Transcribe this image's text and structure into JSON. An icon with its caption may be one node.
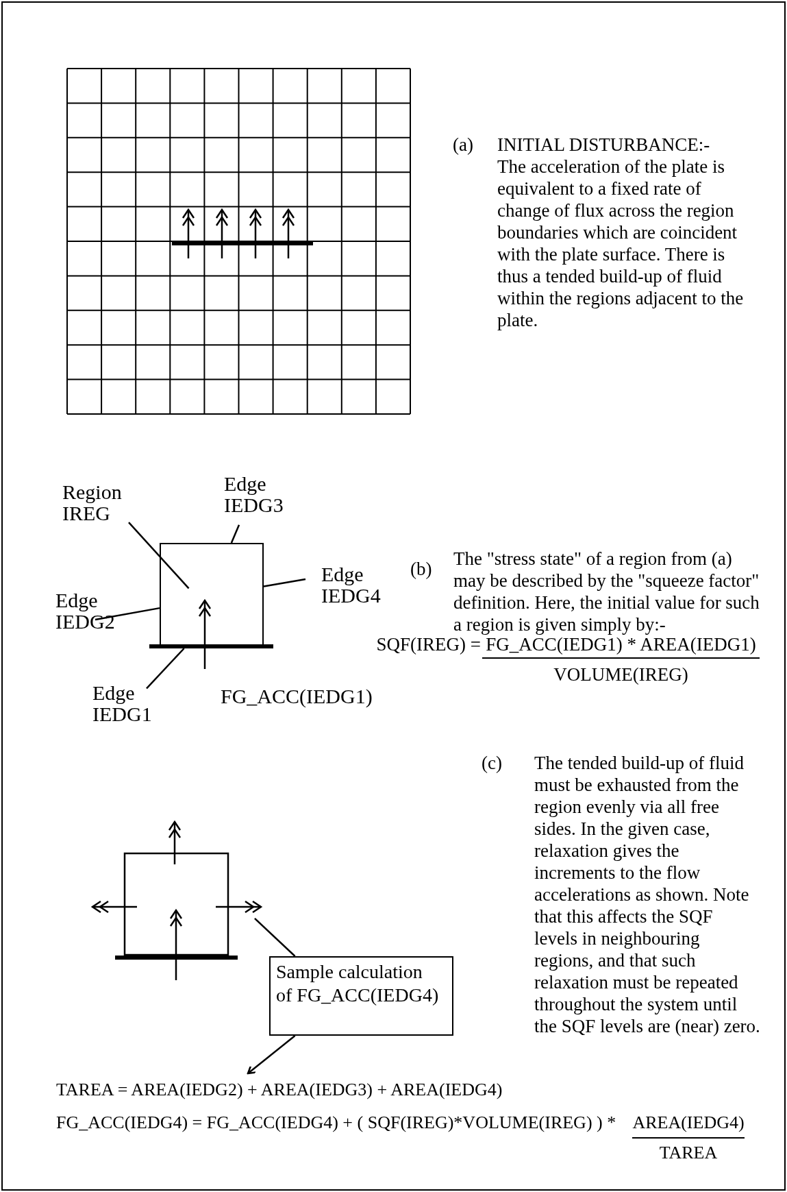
{
  "diagram": {
    "nodes": [
      {
        "text": [
          "Region IREG"
        ]
      },
      {
        "text": [
          "Edge IEDG3"
        ]
      },
      {
        "text": [],
        "shape": "box"
      },
      {
        "text": [
          "Edge IEDG4"
        ]
      },
      {
        "text": [
          "Edge IEDG2"
        ]
      },
      {
        "text": [],
        "shape": "bar"
      },
      {
        "text": [
          "Edge IEDG1"
        ]
      },
      {
        "text": [],
        "shape": "arrow"
      },
      {
        "text": [
          "Sample calculation of FG_ACC(IEDG4)"
        ]
      },
      {
        "text": [
          "TAREA = AREA(IEDG2) + AREA(IEDG3) + AREA(IEDG4)"
        ]
      }
    ],
    "edges": [
      {
        "from": 0,
        "to": 2,
        "arrow": "none"
      },
      {
        "from": 1,
        "to": 2,
        "arrow": "none"
      },
      {
        "from": 3,
        "to": 2,
        "arrow": "none"
      },
      {
        "from": 4,
        "to": 2,
        "arrow": "none"
      },
      {
        "from": 6,
        "to": 5,
        "arrow": "none"
      },
      {
        "from": 8,
        "to": 7,
        "arrow": "none"
      },
      {
        "from": 8,
        "to": 9,
        "arrow": "to"
      }
    ],
    "labels": [
      "(a)",
      "INITIAL DISTURBANCE:-",
      "The acceleration of the plate is equivalent to a fixed rate of change of flux across the region boundaries which are coincident with the plate surface. There is thus a tended build-up of fluid within the regions adjacent to the plate.",
      "(b)",
      "The \"stress state\" of a region from (a) may be described by the \"squeeze factor\" definition. Here, the initial value for such a region is given simply by:-",
      "SQF(IREG) =",
      "FG_ACC(IEDG1) * AREA(IEDG1)",
      "VOLUME(IREG)",
      "FG_ACC(IEDG1)",
      "(c)",
      "The tended build-up of fluid must be exhausted from the region evenly via all free sides. In the given case, relaxation gives the increments to the flow accelerations as shown. Note that this affects the SQF levels in neighbouring regions, and that such relaxation must be repeated throughout the system until the SQF levels are (near) zero.",
      "FG_ACC(IEDG4) = FG_ACC(IEDG4) + ( SQF(IREG)*VOLUME(IREG) ) *",
      "AREA(IEDG4)",
      "TAREA"
    ]
  }
}
